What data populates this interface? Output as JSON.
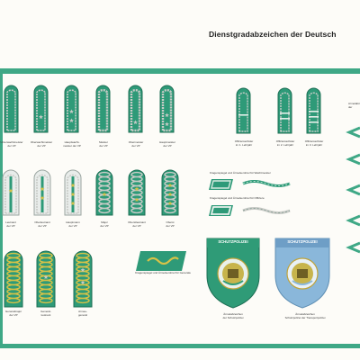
{
  "title": "Dienstgradabzeichen der Deutsch",
  "colors": {
    "frame": "#3fa886",
    "strap_green": "#2e9a78",
    "braid_silver": "#c9cbc7",
    "braid_gold": "#d8c247",
    "emblem_green": "#2f9b77",
    "emblem_blue": "#8ab7da"
  },
  "row1_captions": [
    "Unterwachtmeister\nder VP",
    "Oberwachtmeister\nder VP",
    "Hauptwacht-\nmeister der VP",
    "Meister\nder VP",
    "Obermeister\nder VP",
    "Hauptmeister\nder VP"
  ],
  "row2_captions": [
    "Leutnant\nder VP",
    "Oberleutnant\nder VP",
    "Hauptmann\nder VP",
    "Major\nder VP",
    "Oberstleutnant\nder VP",
    "Oberst\nder VP"
  ],
  "row3_captions": [
    "Generalmajor\nder VP",
    "General-\nleutnant",
    "Armee-\ngeneral"
  ],
  "officer_school_captions": [
    "Offiziersschüler\nim 1. Lehrjahr",
    "Offiziersschüler\nim 2. Lehrjahr",
    "Offiziersschüler\nim 3. Lehrjahr"
  ],
  "collar_captions": {
    "ncos": "Kragenspiegel und Ärmelsembrel für Wachtmeister",
    "officers": "Kragenspiegel und Ärmelsembrel für Offiziere",
    "generals": "Kragenspiegel und Ärmelsembrel für Generale"
  },
  "emblems": [
    {
      "label": "SCHUTZPOLIZEI",
      "caption": "Ärmelabzeichen\nder Schutzpolizei"
    },
    {
      "label": "SCHUTZPOLIZEI",
      "caption": "Ärmelabzeichen\nSchutzpolizei der Transportpolizei"
    }
  ],
  "right_note": "Ärmelabzeichen\nder"
}
